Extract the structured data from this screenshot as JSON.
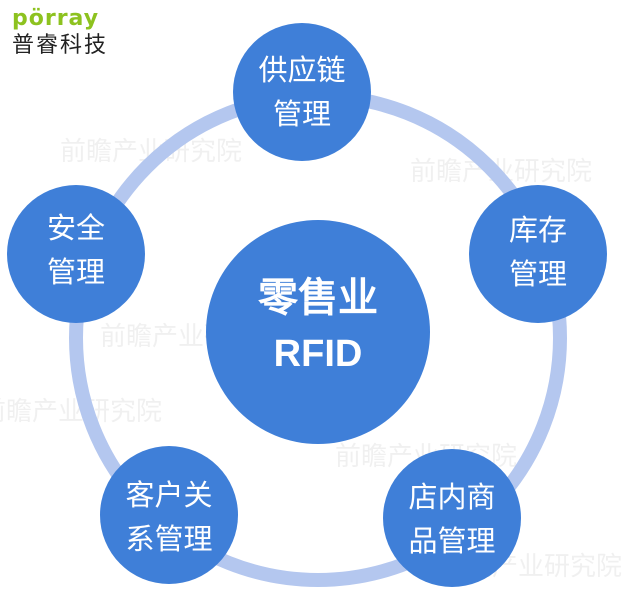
{
  "logo": {
    "latin": "pörray",
    "chinese": "普睿科技"
  },
  "watermark": {
    "text": "前瞻产业研究院"
  },
  "colors": {
    "node": "#3f7fd8",
    "ring": "#b4c7ef",
    "logo_green": "#8dc21f"
  },
  "center": {
    "line1": "零售业",
    "line2": "RFID"
  },
  "nodes": [
    {
      "line1": "供应链",
      "line2": "管理"
    },
    {
      "line1": "库存",
      "line2": "管理"
    },
    {
      "line1": "店内商",
      "line2": "品管理"
    },
    {
      "line1": "客户关",
      "line2": "系管理"
    },
    {
      "line1": "安全",
      "line2": "管理"
    }
  ]
}
